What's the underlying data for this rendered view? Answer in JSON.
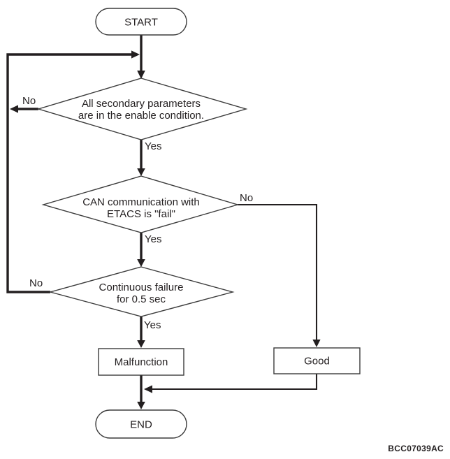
{
  "diagram": {
    "type": "flowchart",
    "caption": "BCC07039AC",
    "colors": {
      "line": "#231f20",
      "shape_border": "#3b3b3b",
      "background": "#ffffff"
    },
    "nodes": {
      "start": {
        "shape": "terminator",
        "label": "START"
      },
      "decision1": {
        "shape": "decision",
        "line1": "All secondary parameters",
        "line2": "are in the enable condition."
      },
      "decision2": {
        "shape": "decision",
        "line1": "CAN communication with",
        "line2": "ETACS is \"fail\""
      },
      "decision3": {
        "shape": "decision",
        "line1": "Continuous failure",
        "line2": "for 0.5 sec"
      },
      "malfunction": {
        "shape": "process",
        "label": "Malfunction"
      },
      "good": {
        "shape": "process",
        "label": "Good"
      },
      "end": {
        "shape": "terminator",
        "label": "END"
      }
    },
    "edge_labels": {
      "decision1_no": "No",
      "decision1_yes": "Yes",
      "decision2_no": "No",
      "decision2_yes": "Yes",
      "decision3_no": "No",
      "decision3_yes": "Yes"
    }
  }
}
